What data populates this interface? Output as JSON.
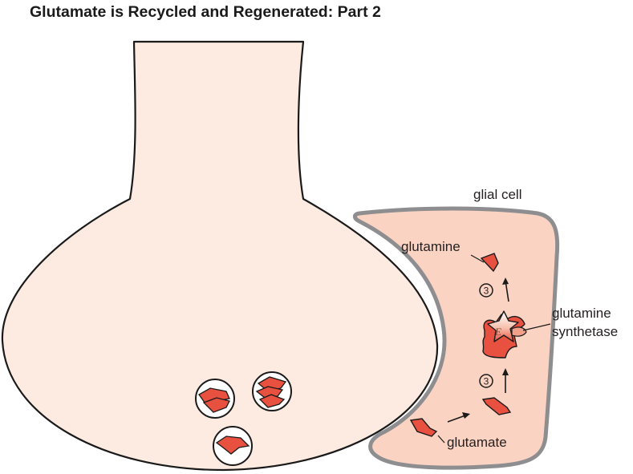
{
  "title": "Glutamate is Recycled and Regenerated: Part 2",
  "labels": {
    "glial_cell": "glial cell",
    "glutamine": "glutamine",
    "enzyme_line1": "glutamine",
    "enzyme_line2": "synthetase",
    "glutamate": "glutamate",
    "enzyme_symbol": "E"
  },
  "steps": [
    {
      "number": "3",
      "from": "glutamine synthetase",
      "to": "glutamine"
    },
    {
      "number": "3",
      "from": "glutamate",
      "to": "glutamine synthetase"
    }
  ],
  "vesicles": [
    {
      "name": "vesicle-1",
      "molecules": 2
    },
    {
      "name": "vesicle-2",
      "molecules": 3
    },
    {
      "name": "vesicle-3",
      "molecules": 1
    }
  ],
  "colors": {
    "terminal_fill": "#fdebe2",
    "glial_fill": "#fbd3c2",
    "glial_outline": "#8e8e90",
    "molecule": "#e8503f",
    "molecule_dark": "#d44533",
    "outline": "#1a1a1a"
  }
}
